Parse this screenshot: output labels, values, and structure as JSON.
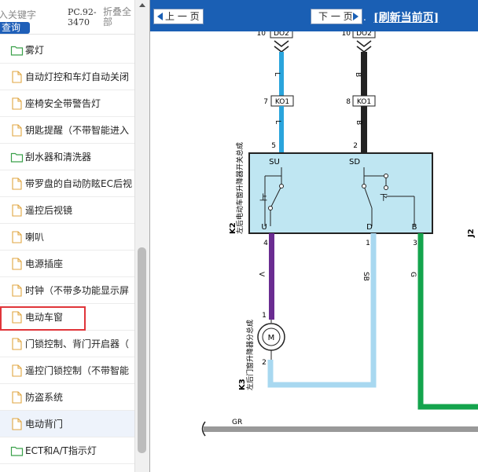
{
  "search": {
    "placeholder": "输入关键字",
    "button_label": "查询"
  },
  "model_code": "PC.92-3470",
  "collapse_label": "折叠全部",
  "tree": [
    {
      "label": "雾灯",
      "type": "folder"
    },
    {
      "label": "自动灯控和车灯自动关闭",
      "type": "doc"
    },
    {
      "label": "座椅安全带警告灯",
      "type": "doc"
    },
    {
      "label": "钥匙提醒（不带智能进入",
      "type": "doc"
    },
    {
      "label": "刮水器和清洗器",
      "type": "folder"
    },
    {
      "label": "带罗盘的自动防眩EC后视",
      "type": "doc"
    },
    {
      "label": "遥控后视镜",
      "type": "doc"
    },
    {
      "label": "喇叭",
      "type": "doc"
    },
    {
      "label": "电源插座",
      "type": "doc"
    },
    {
      "label": "时钟（不带多功能显示屏",
      "type": "doc"
    },
    {
      "label": "电动车窗",
      "type": "doc",
      "selected": true
    },
    {
      "label": "门锁控制、背门开启器（",
      "type": "doc"
    },
    {
      "label": "遥控门锁控制（不带智能",
      "type": "doc"
    },
    {
      "label": "防盗系统",
      "type": "doc"
    },
    {
      "label": "电动背门",
      "type": "doc",
      "highlighted": true
    },
    {
      "label": "ECT和A/T指示灯",
      "type": "folder"
    }
  ],
  "nav": {
    "prev_label": "上 一 页",
    "next_label": "下 一 页",
    "refresh_label": "[刷新当前页]",
    "dot": "."
  },
  "colors": {
    "nav_blue": "#1a5fb4",
    "wire_L": "#2aa4dc",
    "wire_B": "#222222",
    "wire_V": "#6a2c91",
    "wire_SB": "#a8d8f0",
    "wire_G": "#14a44d",
    "wire_GR": "#999999",
    "switch_fill": "#bfe6f2",
    "select_red": "#e0353a"
  },
  "diagram": {
    "connector_top_left": {
      "pin": "10",
      "label": "DO2"
    },
    "connector_top_right": {
      "pin": "10",
      "label": "DO2"
    },
    "wire_left_top": "L",
    "wire_right_top": "B",
    "ko1_left": {
      "pin": "7",
      "label": "KO1"
    },
    "ko1_right": {
      "pin": "8",
      "label": "KO1"
    },
    "wire_left_mid": "L",
    "wire_right_mid": "B",
    "switch": {
      "pin_su": "5",
      "pin_sd": "2",
      "term_su": "SU",
      "term_sd": "SD",
      "up": "上",
      "down": "下",
      "term_u": "U",
      "term_d": "D",
      "term_b": "B",
      "pin_u": "4",
      "pin_d": "1",
      "pin_b": "3",
      "code": "K2",
      "name": "左后电动车窗升降器开关总成"
    },
    "wire_v": "V",
    "wire_sb": "SB",
    "wire_g": "G",
    "motor": {
      "code": "K3",
      "name": "左后门窗升降器分总成",
      "label": "M",
      "pin_top": "1",
      "pin_bottom": "2"
    },
    "j2": "J2",
    "wire_gr": "GR"
  }
}
